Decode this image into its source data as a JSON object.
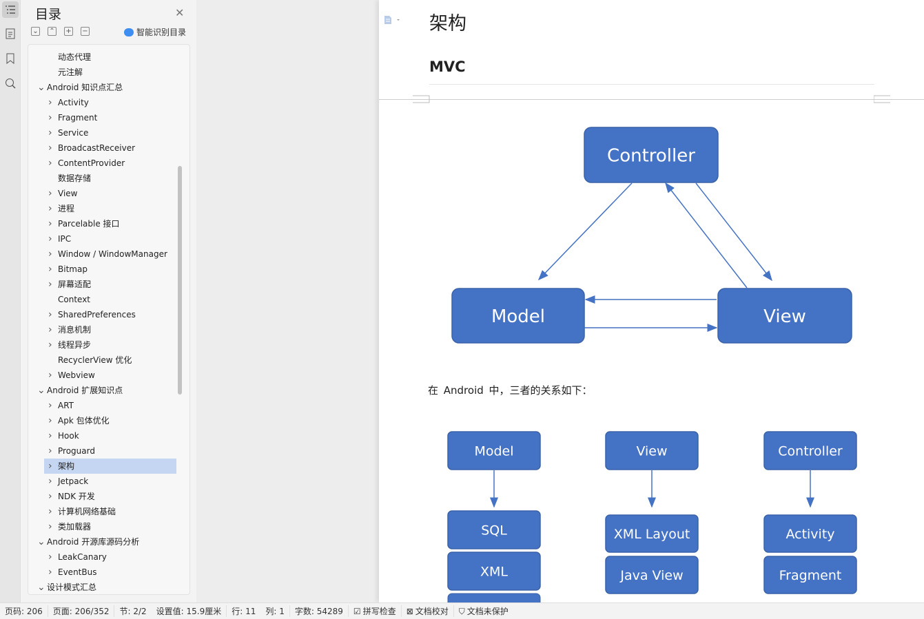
{
  "sidebar_icons": [
    "toc-icon",
    "outline-icon",
    "bookmark-icon",
    "search-replace-icon"
  ],
  "panel": {
    "title": "目录",
    "smart_label": "智能识别目录",
    "toolbar": [
      "expand-down",
      "collapse-up",
      "expand-all",
      "collapse-all"
    ]
  },
  "toc": [
    {
      "label": "动态代理",
      "level": 2,
      "chev": ""
    },
    {
      "label": "元注解",
      "level": 2,
      "chev": ""
    },
    {
      "label": "Android 知识点汇总",
      "level": 1,
      "chev": "∨"
    },
    {
      "label": "Activity",
      "level": 2,
      "chev": ">"
    },
    {
      "label": "Fragment",
      "level": 2,
      "chev": ">"
    },
    {
      "label": "Service",
      "level": 2,
      "chev": ">"
    },
    {
      "label": "BroadcastReceiver",
      "level": 2,
      "chev": ">"
    },
    {
      "label": "ContentProvider",
      "level": 2,
      "chev": ">"
    },
    {
      "label": "数据存储",
      "level": 2,
      "chev": ""
    },
    {
      "label": "View",
      "level": 2,
      "chev": ">"
    },
    {
      "label": "进程",
      "level": 2,
      "chev": ">"
    },
    {
      "label": "Parcelable 接口",
      "level": 2,
      "chev": ">"
    },
    {
      "label": "IPC",
      "level": 2,
      "chev": ">"
    },
    {
      "label": "Window / WindowManager",
      "level": 2,
      "chev": ">"
    },
    {
      "label": "Bitmap",
      "level": 2,
      "chev": ">"
    },
    {
      "label": "屏幕适配",
      "level": 2,
      "chev": ">"
    },
    {
      "label": "Context",
      "level": 2,
      "chev": ""
    },
    {
      "label": "SharedPreferences",
      "level": 2,
      "chev": ">"
    },
    {
      "label": "消息机制",
      "level": 2,
      "chev": ">"
    },
    {
      "label": "线程异步",
      "level": 2,
      "chev": ">"
    },
    {
      "label": "RecyclerView 优化",
      "level": 2,
      "chev": ""
    },
    {
      "label": "Webview",
      "level": 2,
      "chev": ">"
    },
    {
      "label": "Android 扩展知识点",
      "level": 1,
      "chev": "∨"
    },
    {
      "label": "ART",
      "level": 2,
      "chev": ">"
    },
    {
      "label": "Apk 包体优化",
      "level": 2,
      "chev": ">"
    },
    {
      "label": "Hook",
      "level": 2,
      "chev": ">"
    },
    {
      "label": "Proguard",
      "level": 2,
      "chev": ">"
    },
    {
      "label": "架构",
      "level": 2,
      "chev": ">",
      "selected": true
    },
    {
      "label": "Jetpack",
      "level": 2,
      "chev": ">"
    },
    {
      "label": "NDK 开发",
      "level": 2,
      "chev": ">"
    },
    {
      "label": "计算机网络基础",
      "level": 2,
      "chev": ">"
    },
    {
      "label": "类加载器",
      "level": 2,
      "chev": ">"
    },
    {
      "label": "Android 开源库源码分析",
      "level": 1,
      "chev": "∨"
    },
    {
      "label": "LeakCanary",
      "level": 2,
      "chev": ">"
    },
    {
      "label": "EventBus",
      "level": 2,
      "chev": ">"
    },
    {
      "label": "设计模式汇总",
      "level": 1,
      "chev": "∨"
    }
  ],
  "document": {
    "heading1": "架构",
    "heading2": "MVC",
    "paragraph": "在 Android 中，三者的关系如下：",
    "diagram1": {
      "controller": "Controller",
      "model": "Model",
      "view": "View"
    },
    "diagram2": {
      "model": "Model",
      "view": "View",
      "controller": "Controller",
      "sql": "SQL",
      "xml": "XML",
      "xml_layout": "XML Layout",
      "java_view": "Java View",
      "activity": "Activity",
      "fragment": "Fragment"
    },
    "box_color": "#4472c4",
    "arrow_color": "#4472c4"
  },
  "status": {
    "page_no": "页码: 206",
    "pages": "页面: 206/352",
    "section": "节: 2/2",
    "setting": "设置值: 15.9厘米",
    "row": "行: 11",
    "col": "列: 1",
    "words": "字数: 54289",
    "spell": "拼写检查",
    "proof": "文档校对",
    "protect": "文档未保护"
  }
}
